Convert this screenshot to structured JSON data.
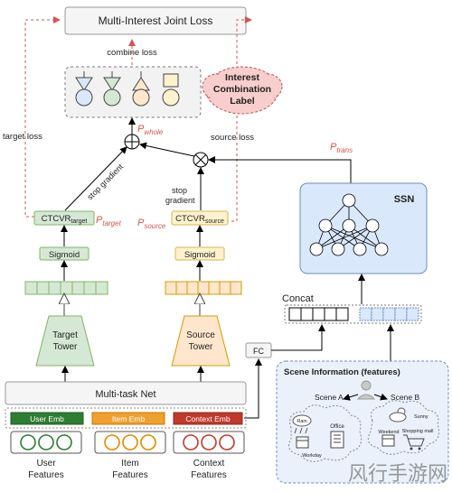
{
  "title": "Multi-Interest Joint Loss",
  "combine_loss": "combine loss",
  "interest_label": [
    "Interest",
    "Combination",
    "Label"
  ],
  "p_whole": {
    "base": "P",
    "sub": "whole"
  },
  "p_trans": {
    "base": "P",
    "sub": "trans"
  },
  "p_target": {
    "base": "P",
    "sub": "target"
  },
  "p_source": {
    "base": "P",
    "sub": "source"
  },
  "target_loss": "target loss",
  "source_loss": "source loss",
  "stop_gradient_left": "stop gradient",
  "stop_gradient_right": [
    "stop",
    "gradient"
  ],
  "ctcvr_target": {
    "base": "CTCVR",
    "sub": "target"
  },
  "ctcvr_source": {
    "base": "CTCVR",
    "sub": "source"
  },
  "sigmoid": "Sigmoid",
  "target_tower": [
    "Target",
    "Tower"
  ],
  "source_tower": [
    "Source",
    "Tower"
  ],
  "ssn": "SSN",
  "concat": "Concat",
  "fc": "FC",
  "multi_task_net": "Multi-task Net",
  "emb": {
    "user": "User Emb",
    "item": "Item Emb",
    "context": "Context Emb"
  },
  "features": {
    "user": [
      "User",
      "Features"
    ],
    "item": [
      "Item",
      "Features"
    ],
    "context": [
      "Context",
      "Features"
    ]
  },
  "scene_info": {
    "title": "Scene Information (features)",
    "scene_a": "Scene A",
    "scene_b": "Scene B",
    "rain": "Rain",
    "office": "Office",
    "workday_a": "Workday",
    "sunny": "Sunny",
    "weekend": "Weekend",
    "shopping_mall": "Shopping mall"
  },
  "watermark": "风行手游网",
  "colors": {
    "red": "#d9534f",
    "green_fill": "#d5e8d4",
    "green_stroke": "#82b366",
    "orange_fill": "#ffe6cc",
    "orange_stroke": "#d79b00",
    "blue_fill": "#dae8fc",
    "blue_stroke": "#6c8ebf",
    "pink_fill": "#f8cecc",
    "pink_stroke": "#b85450"
  }
}
